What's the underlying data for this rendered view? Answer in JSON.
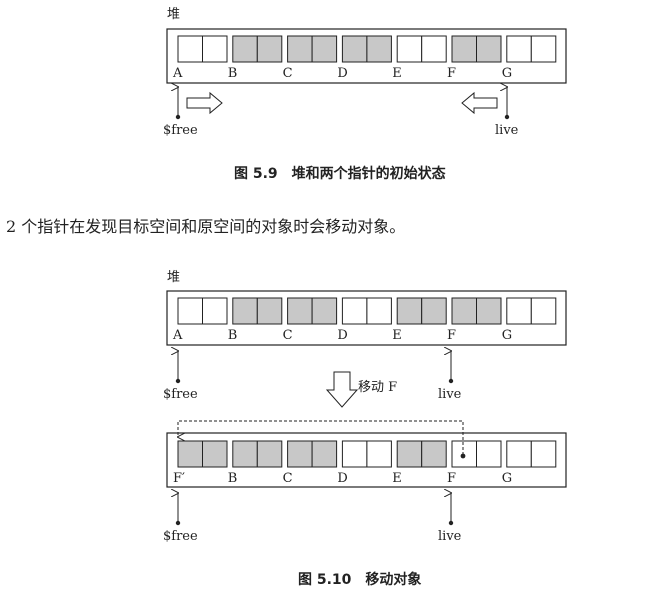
{
  "figure1": {
    "heap_label": "堆",
    "cells": [
      {
        "label": "A",
        "shaded": false
      },
      {
        "label": "B",
        "shaded": true
      },
      {
        "label": "C",
        "shaded": true
      },
      {
        "label": "D",
        "shaded": true
      },
      {
        "label": "E",
        "shaded": false
      },
      {
        "label": "F",
        "shaded": true
      },
      {
        "label": "G",
        "shaded": false
      }
    ],
    "free_label": "$free",
    "live_label": "live",
    "caption": "图 5.9　堆和两个指针的初始状态"
  },
  "body_text": "2 个指针在发现目标空间和原空间的对象时会移动对象。",
  "figure2": {
    "heap_label": "堆",
    "top_cells": [
      {
        "label": "A",
        "shaded": false
      },
      {
        "label": "B",
        "shaded": true
      },
      {
        "label": "C",
        "shaded": true
      },
      {
        "label": "D",
        "shaded": false
      },
      {
        "label": "E",
        "shaded": true
      },
      {
        "label": "F",
        "shaded": true
      },
      {
        "label": "G",
        "shaded": false
      }
    ],
    "top_free_label": "$free",
    "top_live_label": "live",
    "move_label": "移动 F",
    "bottom_cells": [
      {
        "label": "F′",
        "shaded": true
      },
      {
        "label": "B",
        "shaded": true
      },
      {
        "label": "C",
        "shaded": true
      },
      {
        "label": "D",
        "shaded": false
      },
      {
        "label": "E",
        "shaded": true
      },
      {
        "label": "F",
        "shaded": false
      },
      {
        "label": "G",
        "shaded": false
      }
    ],
    "bottom_free_label": "$free",
    "bottom_live_label": "live",
    "caption": "图 5.10　移动对象"
  },
  "colors": {
    "shade": "#c8c8c8",
    "line": "#222222",
    "background": "#ffffff"
  }
}
